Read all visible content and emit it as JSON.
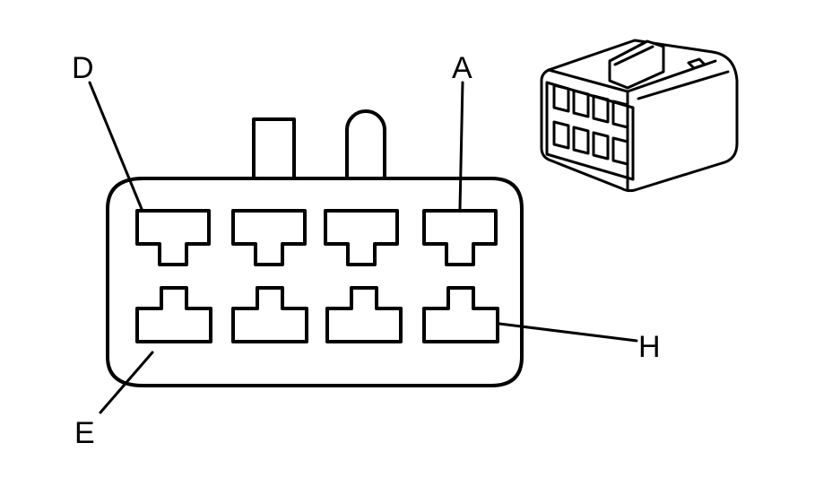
{
  "diagram": {
    "pin_labels": {
      "a": "A",
      "d": "D",
      "e": "E",
      "h": "H"
    }
  }
}
